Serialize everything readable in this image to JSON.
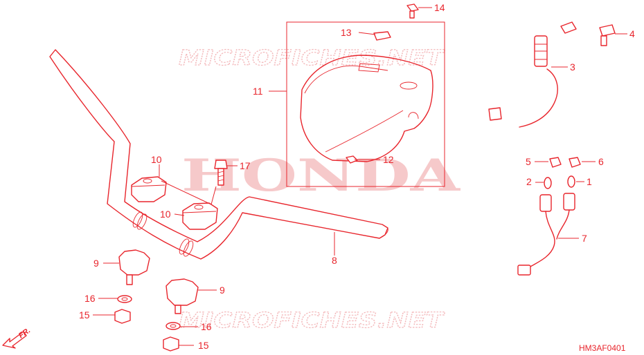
{
  "watermarks": {
    "brand": "HONDA",
    "site_top": "MICROFICHES.NET",
    "site_bottom": "MICROFICHES.NET"
  },
  "diagram_code": "HM3AF0401",
  "direction_label": "FR.",
  "callouts": {
    "c1": "1",
    "c2": "2",
    "c3": "3",
    "c4": "4",
    "c5": "5",
    "c6": "6",
    "c7": "7",
    "c8": "8",
    "c9a": "9",
    "c9b": "9",
    "c10a": "10",
    "c10b": "10",
    "c11": "11",
    "c12": "12",
    "c13": "13",
    "c14": "14",
    "c15a": "15",
    "c15b": "15",
    "c16a": "16",
    "c16b": "16",
    "c17": "17"
  },
  "colors": {
    "line": "#e8252c",
    "watermark": "#f3b7b9",
    "honda": "#f6c9ca"
  }
}
